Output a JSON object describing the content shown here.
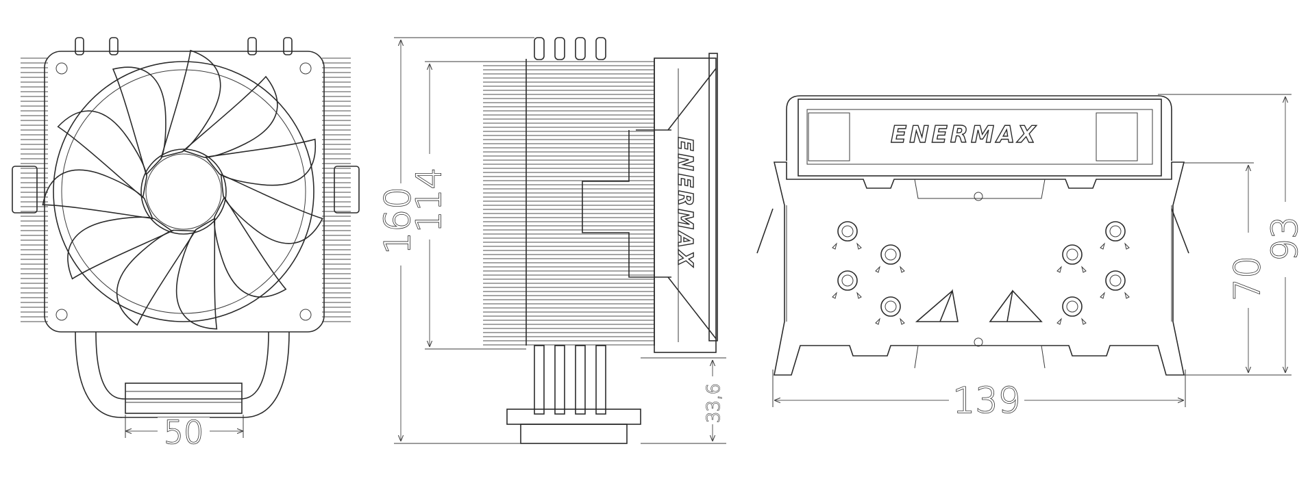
{
  "front_view": {
    "dim_width": "50"
  },
  "side_view": {
    "dim_height_total": "160",
    "dim_height_fins": "114",
    "dim_base": "33,6",
    "brand": "ENERMAX"
  },
  "top_view": {
    "dim_width": "139",
    "dim_height_outer": "93",
    "dim_height_inner": "70",
    "brand": "ENERMAX"
  }
}
